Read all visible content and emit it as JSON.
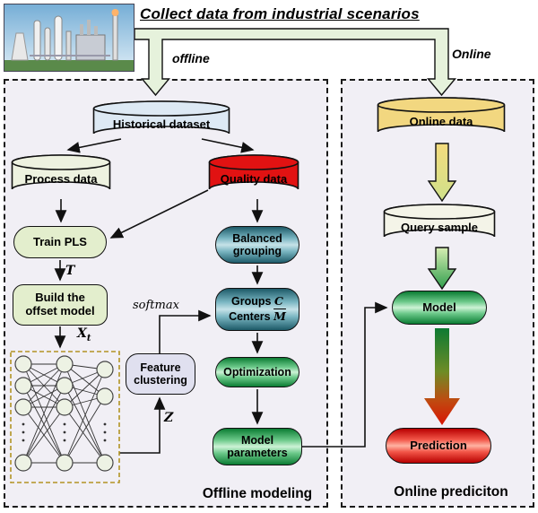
{
  "header": {
    "title": "Collect data from industrial scenarios",
    "offline_label": "offline",
    "online_label": "Online"
  },
  "offline": {
    "caption": "Offline modeling",
    "nodes": {
      "historical_dataset": "Historical dataset",
      "process_data": "Process data",
      "quality_data": "Quality data",
      "train_pls": "Train PLS",
      "build_offset_model": "Build the offset model",
      "feature_clustering": "Feature clustering",
      "balanced_grouping": "Balanced grouping",
      "groups_prefix": "Groups",
      "groups_symbol": "C",
      "centers_prefix": "Centers",
      "centers_symbol": "M",
      "optimization": "Optimization",
      "model_parameters": "Model parameters"
    },
    "labels": {
      "t": "T",
      "x": "X",
      "x_sub": "t",
      "z": "Z",
      "softmax": "softmax"
    }
  },
  "online": {
    "caption": "Online prediciton",
    "nodes": {
      "online_data": "Online data",
      "query_sample": "Query sample",
      "model": "Model",
      "prediction": "Prediction"
    }
  },
  "colors": {
    "historical_dataset": "#dde9f4",
    "process_data": "#eef2e0",
    "quality_data": "#e11212",
    "online_data": "#f2d780",
    "query_sample": "#f4f4e8",
    "light_green_box": "#e3eecd",
    "lavender_box": "#e0e0ef",
    "teal_gradient_edge": "#1d5a68",
    "green_gradient_edge": "#0b7c33",
    "red_gradient_edge": "#b80000",
    "collector_arrow_fill": "#e6f2dc",
    "box_background": "#f1eff5",
    "nn_dashed_border": "#b29324"
  }
}
